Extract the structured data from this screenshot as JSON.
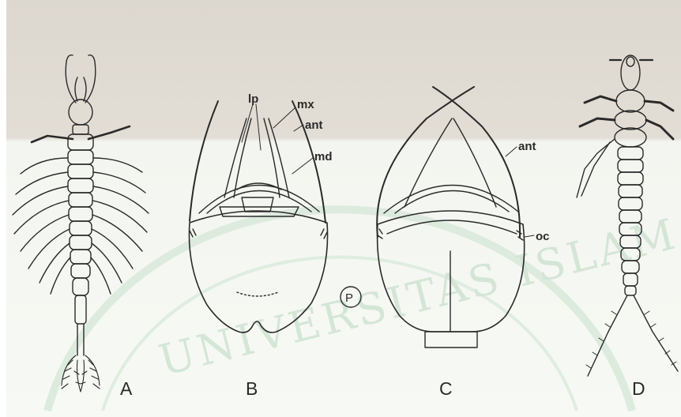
{
  "figure": {
    "panels": [
      {
        "letter": "A"
      },
      {
        "letter": "B",
        "labels": [
          "lp",
          "mx",
          "ant",
          "md"
        ]
      },
      {
        "letter": "C",
        "labels": [
          "ant",
          "oc"
        ]
      },
      {
        "letter": "D"
      }
    ],
    "publisher_mark": "P"
  },
  "watermark": {
    "text": "UNIVERSITAS ISLAM NEGERI MAULANA MALIK IBRAHIM"
  },
  "colors": {
    "ink": "#2a2a2a",
    "paper_top": "#e3ded6",
    "paper_bottom": "#f6f8f3",
    "watermark": "#cfe3d2"
  }
}
